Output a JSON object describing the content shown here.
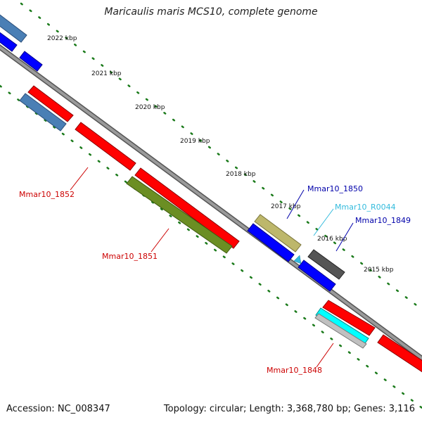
{
  "title": "Maricaulis maris MCS10, complete genome",
  "footer": {
    "accession": "Accession: NC_008347",
    "summary": "Topology: circular; Length: 3,368,780 bp; Genes: 3,116"
  },
  "ticks": [
    "2022 kbp",
    "2021 kbp",
    "2020 kbp",
    "2019 kbp",
    "2018 kbp",
    "2017 kbp",
    "2016 kbp",
    "2015 kbp"
  ],
  "labels": [
    {
      "text": "Mmar10_1852",
      "color": "#cc0000"
    },
    {
      "text": "Mmar10_1851",
      "color": "#cc0000"
    },
    {
      "text": "Mmar10_1850",
      "color": "#0000aa"
    },
    {
      "text": "Mmar10_R0044",
      "color": "#33bbdd"
    },
    {
      "text": "Mmar10_1849",
      "color": "#0000aa"
    },
    {
      "text": "Mmar10_1848",
      "color": "#cc0000"
    }
  ],
  "colors": {
    "backbone": "#7a7a7a",
    "cds": "#ff0000",
    "blue": "#0000ff",
    "steelblue": "#4a7fb5",
    "olive": "#6b8e23",
    "khaki": "#bdb76b",
    "cyan": "#00ffff",
    "gray": "#c0c0c0",
    "darkgray": "#555555",
    "tickgreen": "#1a7a1a"
  }
}
